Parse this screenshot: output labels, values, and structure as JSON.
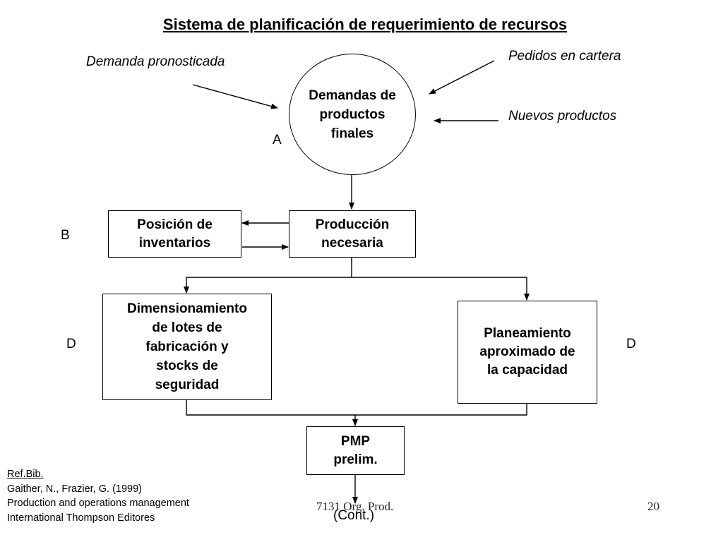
{
  "title": "Sistema de planificación de requerimiento de recursos",
  "inputs": {
    "demanda_pronosticada": "Demanda pronosticada",
    "pedidos_en_cartera": "Pedidos en cartera",
    "nuevos_productos": "Nuevos productos"
  },
  "nodes": {
    "demandas": "Demandas de\nproductos\nfinales",
    "posicion": "Posición de\ninventarios",
    "produccion": "Producción\nnecesaria",
    "dimensionamiento": "Dimensionamiento\nde lotes de\nfabricación y\nstocks de\nseguridad",
    "planeamiento": "Planeamiento\naproximado de\nla capacidad",
    "pmp": "PMP\nprelim."
  },
  "markers": {
    "a": "A",
    "b": "B",
    "d_left": "D",
    "d_right": "D"
  },
  "reference": {
    "heading": "Ref.Bib.",
    "line1": "Gaither, N., Frazier, G. (1999)",
    "line2": "Production and operations management",
    "line3": "International Thompson Editores"
  },
  "footer": {
    "course": "7131 Org. Prod.",
    "page": "20",
    "cont": "(Cont.)"
  }
}
